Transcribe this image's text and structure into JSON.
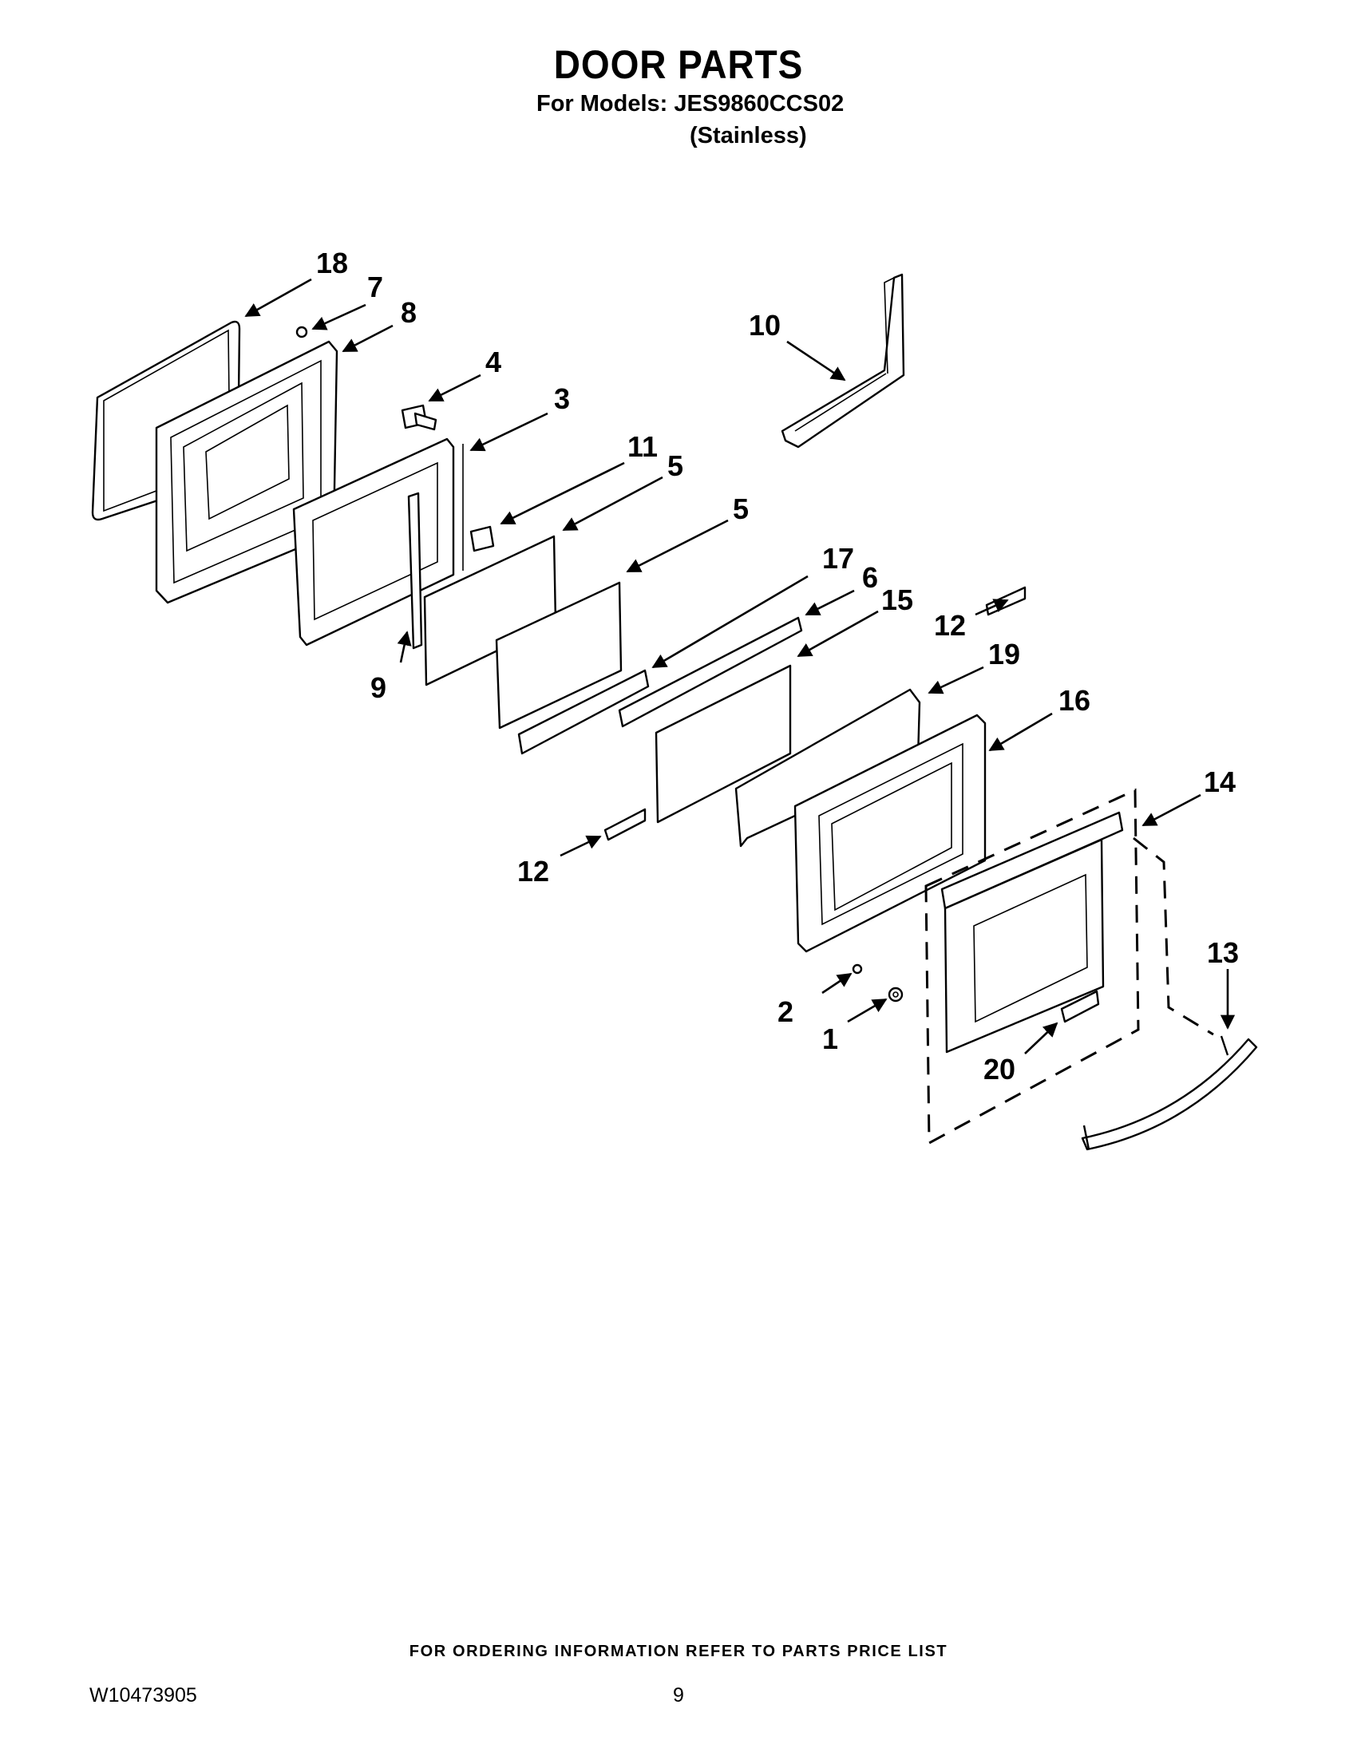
{
  "header": {
    "title": "DOOR PARTS",
    "models_line": "For Models: JES9860CCS02",
    "variant_line": "(Stainless)"
  },
  "callouts": [
    {
      "id": "c18",
      "label": "18"
    },
    {
      "id": "c7",
      "label": "7"
    },
    {
      "id": "c8",
      "label": "8"
    },
    {
      "id": "c4",
      "label": "4"
    },
    {
      "id": "c3",
      "label": "3"
    },
    {
      "id": "c11",
      "label": "11"
    },
    {
      "id": "c5a",
      "label": "5"
    },
    {
      "id": "c5b",
      "label": "5"
    },
    {
      "id": "c9",
      "label": "9"
    },
    {
      "id": "c10",
      "label": "10"
    },
    {
      "id": "c17",
      "label": "17"
    },
    {
      "id": "c6",
      "label": "6"
    },
    {
      "id": "c15",
      "label": "15"
    },
    {
      "id": "c12a",
      "label": "12"
    },
    {
      "id": "c19",
      "label": "19"
    },
    {
      "id": "c16",
      "label": "16"
    },
    {
      "id": "c14",
      "label": "14"
    },
    {
      "id": "c12b",
      "label": "12"
    },
    {
      "id": "c13",
      "label": "13"
    },
    {
      "id": "c2",
      "label": "2"
    },
    {
      "id": "c1",
      "label": "1"
    },
    {
      "id": "c20",
      "label": "20"
    }
  ],
  "footer": {
    "ordering_note": "FOR ORDERING INFORMATION REFER TO PARTS PRICE LIST",
    "doc_number": "W10473905",
    "page_number": "9"
  }
}
